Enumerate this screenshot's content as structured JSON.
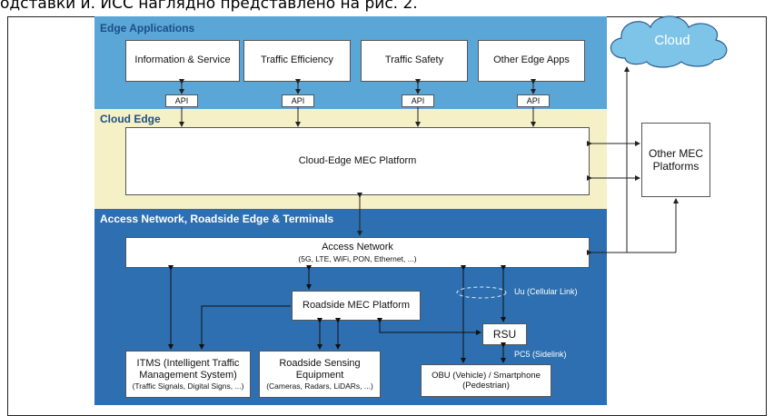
{
  "caption": "одставки и. ИСС наглядно представлено на рис. 2.",
  "bands": {
    "edge_apps": "Edge Applications",
    "cloud_edge": "Cloud Edge",
    "access": "Access Network, Roadside Edge & Terminals"
  },
  "apps": [
    "Information & Service",
    "Traffic Efficiency",
    "Traffic Safety",
    "Other Edge Apps"
  ],
  "api_label": "API",
  "cloud": "Cloud",
  "other_mec": "Other MEC Platforms",
  "cloud_edge_platform": "Cloud-Edge MEC Platform",
  "access_network": {
    "title": "Access Network",
    "subtitle": "(5G, LTE, WiFi, PON, Ethernet, ...)"
  },
  "roadside_mec": "Roadside MEC Platform",
  "uu_label": "Uu (Cellular Link)",
  "rsu": "RSU",
  "pc5_label": "PC5 (Sidelink)",
  "itms": {
    "title": "ITMS (Intelligent Traffic Management System)",
    "subtitle": "(Traffic Signals, Digital Signs, ...)"
  },
  "sensing": {
    "title": "Roadside Sensing Equipment",
    "subtitle": "(Cameras, Radars, LiDARs, ...)"
  },
  "obu": {
    "title": "OBU (Vehicle) / Smartphone",
    "subtitle": "(Pedestrian)"
  },
  "colors": {
    "edge_apps_band": "#5aa6d6",
    "cloud_edge_band": "#f6f0c6",
    "access_band": "#2d6fb0",
    "cloud": "#7ec4e8"
  }
}
